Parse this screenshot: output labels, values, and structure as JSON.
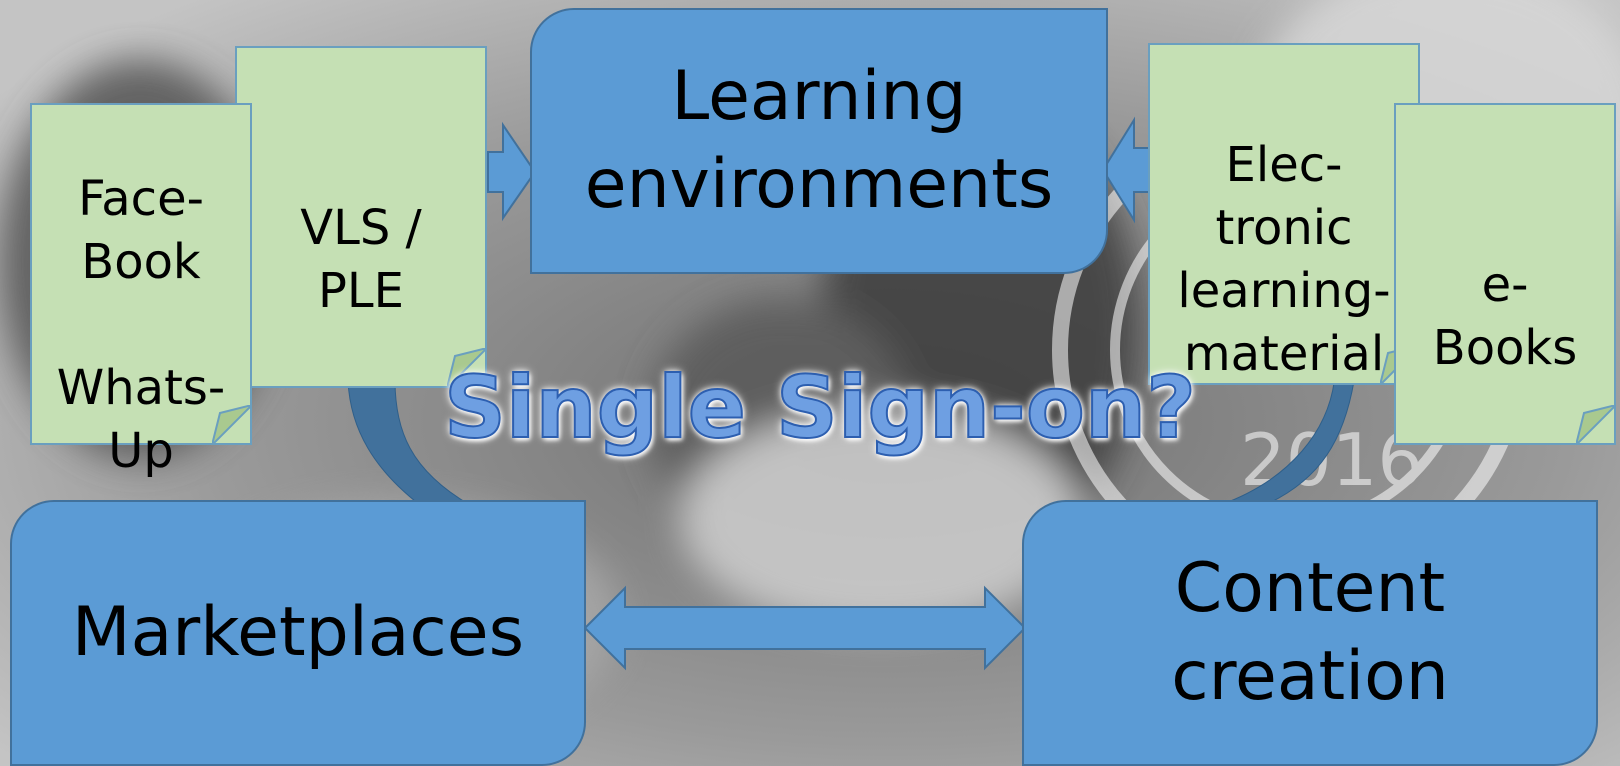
{
  "diagram": {
    "learning_environments": "Learning\nenvironments",
    "marketplaces": "Marketplaces",
    "content_creation": "Content\ncreation",
    "facebook_whatsup": "Face-\nBook\n\nWhats-\nUp",
    "vls_ple": "VLS /\nPLE",
    "electronic_material": "Elec-\ntronic\nlearning-\nmaterial",
    "ebooks": "e-\nBooks",
    "center_question": "Single Sign-on?",
    "watermark_year": "2016"
  },
  "colors": {
    "box_fill": "#5b9bd5",
    "box_border": "#41719c",
    "note_fill": "#c5e0b4",
    "arrow_fill": "#5b9bd5",
    "curve_fill": "#41719c",
    "question_fill": "#6e9fe2"
  }
}
